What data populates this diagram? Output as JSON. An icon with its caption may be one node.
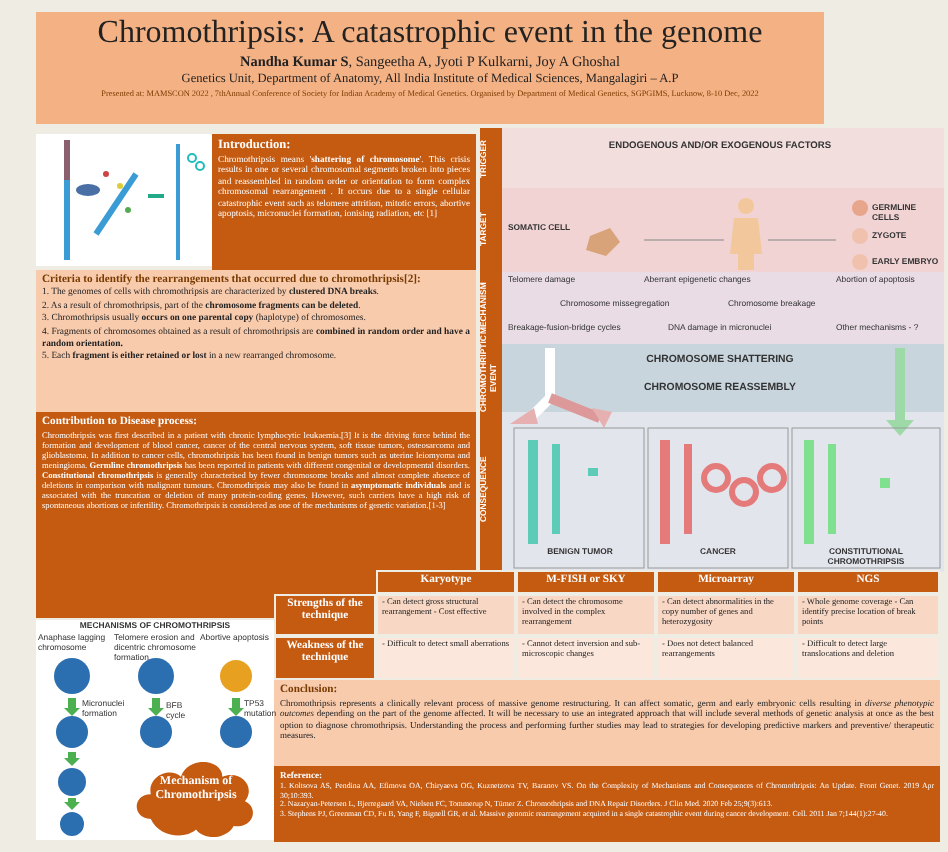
{
  "diagram": {
    "title": "Chromothripsis: A catastrophic event in the genome",
    "nodes": [
      {
        "text": [
          "Introduction:",
          "Chromothripsis means '**shattering of chromosome**'. This crisis results in one or several chromosomal segments broken into pieces and reassembled in random order or orientation to form complex chromosomal rearrangement . It occurs due to a single cellular catastrophic event such as telomere attrition, mitotic errors, abortive apoptosis, micronuclei formation, ionising radiation, etc [1]"
        ]
      },
      {
        "text": [
          "Criteria to identify the rearrangements that occurred due to chromothripsis[2]:",
          "1. The genomes of cells with chromothripsis are characterized by **clustered DNA breaks**.",
          "2. As a result of chromothripsis, part of the **chromosome fragments can be deleted**.",
          "3. Chromothripsis usually **occurs on one parental copy** (haplotype) of chromosomes.",
          "4. Fragments of chromosomes obtained as a result of chromothripsis are **combined in random order and have a random orientation.**",
          "5. Each **fragment is either retained or lost** in a new rearranged chromosome."
        ]
      },
      {
        "text": [
          "Contribution to Disease process:",
          "Chromothripsis was first described in a patient with chronic lymphocytic leukaemia.[3] It is the driving force behind the formation and development of blood cancer, cancer of the central nervous system, soft tissue tumors, osteosarcoma and glioblastoma. In addition to cancer cells, chromothripsis has been found in benign tumors such as uterine leiomyoma and meningioma. **Germline chromothripsis** has been reported in patients with different congenital or developmental disorders. **Constitutional chromothripsis** is generally characterised by fewer chromosome breaks and almost complete absence of deletions in comparison with malignant tumours. Chromothripsis may also be found in **asymptomatic individuals** and is associated with the truncation or deletion of many protein-coding genes. However, such carriers have a high risk of spontaneous abortions or infertility. Chromothripsis is considered as one of the mechanisms of genetic variation.[1-3]"
        ]
      },
      {
        "text": [
          "Conclusion:",
          "Chromothripsis represents a clinically relevant process of massive genome restructuring. It can affect somatic, germ and early embryonic cells resulting in *diverse phenotypic outcomes* depending on the part of the genome affected. It will be necessary to use an integrated approach that will include several methods of genetic analysis at once as the best option to diagnose chromothripsis. Understanding the process and performing further studies may lead to strategies for developing predictive markers and preventive/ therapeutic measures."
        ]
      },
      {
        "text": [
          "Reference:",
          "1. Koltsova AS, Pendina AA, Efimova OA, Chiryaeva OG, Kuznetzova TV, Baranov VS. On the Complexity of Mechanisms and Consequences of Chromothripsis: An Update. Front Genet. 2019 Apr 30;10:393.",
          "2. Nazaryan-Petersen L, Bjerregaard VA, Nielsen FC, Tommerup N, Tümer Z. Chromothripsis and DNA Repair Disorders. J Clin Med. 2020 Feb 25;9(3):613.",
          "3. Stephens PJ, Greenman CD, Fu B, Yang F, Bignell GR, et al. Massive genomic rearrangement acquired in a single catastrophic event during cancer development. Cell. 2011 Jan 7;144(1):27-40."
        ]
      },
      {
        "text": [
          "Mechanism of Chromothripsis"
        ]
      }
    ],
    "labels": [
      "**Nandha Kumar S**, Sangeetha A, Jyoti P Kulkarni, Joy A Ghoshal",
      "Genetics Unit, Department of Anatomy, All India Institute of Medical Sciences, Mangalagiri – A.P",
      "Presented at: MAMSCON 2022 , 7thAnnual Conference of Society for Indian Academy of Medical Genetics. Organised by Department of Medical Genetics, SGPGIMS, Lucknow, 8-10 Dec, 2022",
      "TRIGGER",
      "TARGET",
      "MECHANISM",
      "CHROMOTHRIPTIC EVENT",
      "CONSEQUENCE",
      "ENDOGENOUS AND/OR EXOGENOUS FACTORS",
      "SOMATIC CELL",
      "GERMLINE CELLS",
      "ZYGOTE",
      "EARLY EMBRYO",
      "Telomere damage",
      "Chromosome missegregation",
      "Aberrant epigenetic changes",
      "Chromosome breakage",
      "Abortion of apoptosis",
      "Breakage-fusion-bridge cycles",
      "DNA damage in micronuclei",
      "Other mechanisms - ?",
      "CHROMOSOME SHATTERING",
      "CHROMOSOME REASSEMBLY",
      "BENIGN TUMOR",
      "CANCER",
      "CONSTITUTIONAL CHROMOTHRIPSIS",
      "MECHANISMS OF CHROMOTHRIPSIS",
      "Anaphase lagging chromosome",
      "Telomere erosion and dicentric chromosome formation",
      "Abortive apoptosis",
      "Micronuclei formation",
      "BFB cycle",
      "TP53 mutation",
      "Karyotype",
      "M-FISH or SKY",
      "Microarray",
      "NGS",
      "Strengths of the technique",
      "- Can detect gross structural rearrangement - Cost effective",
      "- Can detect the chromosome involved in the complex rearrangement",
      "- Can detect abnormalities in the copy number of genes and heterozygosity",
      "- Whole genome coverage - Can identify precise location of break points",
      "Weakness of the technique",
      "- Difficult to detect small aberrations",
      "- Cannot detect inversion and sub-microscopic changes",
      "- Does not detect balanced rearrangements",
      "- Difficult to detect large translocations and deletion"
    ]
  }
}
